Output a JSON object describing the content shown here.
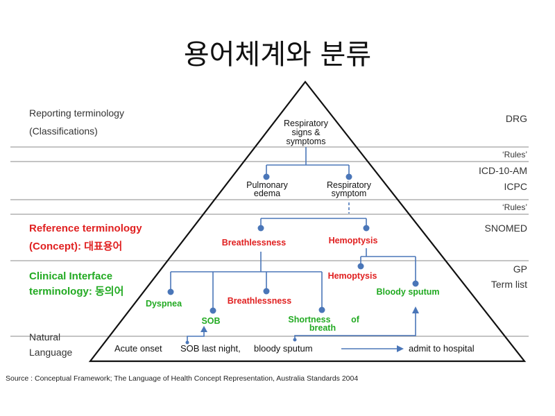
{
  "title": "용어체계와 분류",
  "left_labels": {
    "reporting_line1": "Reporting terminology",
    "reporting_line2": "(Classifications)",
    "reference_line1": "Reference terminology",
    "reference_line2": "(Concept): 대표용어",
    "clinical_line1": "Clinical Interface",
    "clinical_line2": "terminology: 동의어",
    "natural_line1": "Natural",
    "natural_line2": "Language"
  },
  "right_labels": {
    "drg": "DRG",
    "rules1": "‘Rules’",
    "icd": "ICD-10-AM",
    "icpc": "ICPC",
    "rules2": "‘Rules’",
    "snomed": "SNOMED",
    "gp": "GP",
    "term_list": "Term list"
  },
  "nodes": {
    "resp_signs_1": "Respiratory",
    "resp_signs_2": "signs &",
    "resp_signs_3": "symptoms",
    "pulmonary_1": "Pulmonary",
    "pulmonary_2": "edema",
    "resp_symptom_1": "Respiratory",
    "resp_symptom_2": "symptom",
    "breathlessness_ref": "Breathlessness",
    "hemoptysis_ref": "Hemoptysis",
    "hemoptysis_clin": "Hemoptysis",
    "bloody_sputum": "Bloody sputum",
    "dyspnea": "Dyspnea",
    "breathlessness_clin": "Breathlessness",
    "sob": "SOB",
    "shortness_1": "Shortness",
    "shortness_of": "of",
    "shortness_2": "breath"
  },
  "natural_language": {
    "acute_onset": "Acute onset",
    "sob_last_night": "SOB  last night,",
    "bloody_sputum": "bloody sputum",
    "admit": "admit to hospital"
  },
  "source": "Source : Conceptual Framework; The Language of Health Concept Representation, Australia Standards 2004",
  "colors": {
    "tree_blue": "#4a76b8",
    "reference_red": "#e02020",
    "clinical_green": "#22aa22"
  }
}
